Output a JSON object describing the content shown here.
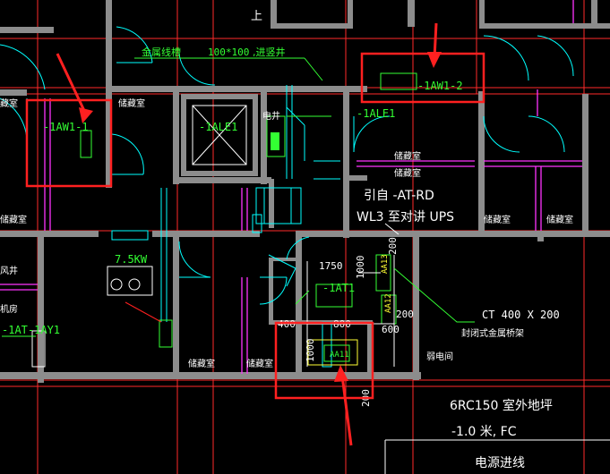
{
  "colors": {
    "background": "#000000",
    "wall": "#8c8c8c",
    "axis_red": "#ff2a2a",
    "magenta": "#ff33ff",
    "cyan": "#00ffff",
    "green": "#33ff33",
    "white": "#ffffff",
    "yellow": "#ffff33",
    "annotation_red": "#ff2020"
  },
  "labels": {
    "top_partial": "上",
    "tray_label": "金属线槽",
    "tray_size": "100*100",
    "tray_note": ",进竖井",
    "storage_1": "储藏室",
    "storage_2": "储藏室",
    "storage_3": "储藏室",
    "storage_4": "储藏室",
    "storage_5": "储藏室",
    "storage_6": "储藏室",
    "storage_7": "储藏室",
    "storage_8": "储藏室",
    "storage_left_partial": "藏室",
    "fan_partial": "风井",
    "room_partial": "机房",
    "elevator_label": "电井",
    "panel_aw1_1": "-1AW1-1",
    "panel_alе1_center": "-1ALE1",
    "panel_aw1_2": "-1AW1-2",
    "panel_ale1_right": "-1ALE1",
    "panel_at1": "-1AT1",
    "panel_at1_left": "-1AT-1AY1",
    "panel_aa11": "AA11",
    "panel_aa13": "AA13",
    "panel_aa12": "AA12",
    "power_75kw": "7.5KW",
    "route_line1": "引自  -AT-RD",
    "route_line2": "WL3  至对讲   UPS",
    "ct_spec": "CT 400 X 200",
    "tray_closed": "封闭式金属桥架",
    "weak_room": "弱电间",
    "dim_1750": "1750",
    "dim_1000a": "1000",
    "dim_1000b": "1000",
    "dim_800": "800",
    "dim_400": "400",
    "dim_600": "600",
    "dim_200a": "200",
    "dim_200b": "200",
    "dim_200c": "200",
    "cable_line1": "6RC150   室外地坪",
    "cable_line2": "-1.0  米,    FC",
    "cable_line3": "电源进线"
  }
}
